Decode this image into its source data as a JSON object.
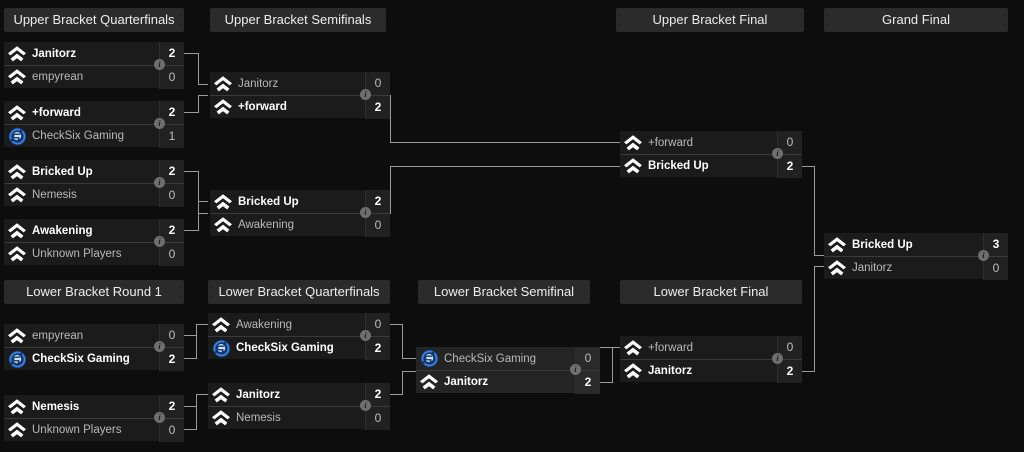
{
  "page": {
    "title": "Tournament Bracket",
    "background": "#0d0d0d",
    "winner_color": "#ffffff",
    "loser_color": "#b9b9b9",
    "line_color": "#9a9a9a",
    "header_bg": "#2b2b2b",
    "match_bg": "#1b1b1b"
  },
  "rounds": [
    {
      "id": "ubqf",
      "label": "Upper Bracket Quarterfinals"
    },
    {
      "id": "ubsf",
      "label": "Upper Bracket Semifinals"
    },
    {
      "id": "ubf",
      "label": "Upper Bracket Final"
    },
    {
      "id": "gf",
      "label": "Grand Final"
    },
    {
      "id": "lbr1",
      "label": "Lower Bracket Round 1"
    },
    {
      "id": "lbqf",
      "label": "Lower Bracket Quarterfinals"
    },
    {
      "id": "lbsf",
      "label": "Lower Bracket Semifinal"
    },
    {
      "id": "lbf",
      "label": "Lower Bracket Final"
    }
  ],
  "info_badge": "i",
  "matches": {
    "ubqf1": {
      "round": "Upper Bracket Quarterfinals",
      "teams": [
        {
          "name": "Janitorz",
          "score": "2",
          "winner": true,
          "logo": "chevron-logo"
        },
        {
          "name": "empyrean",
          "score": "0",
          "winner": false,
          "logo": "chevron-logo"
        }
      ]
    },
    "ubqf2": {
      "round": "Upper Bracket Quarterfinals",
      "teams": [
        {
          "name": "+forward",
          "score": "2",
          "winner": true,
          "logo": "chevron-logo"
        },
        {
          "name": "CheckSix Gaming",
          "score": "1",
          "winner": false,
          "logo": "checksix-logo"
        }
      ]
    },
    "ubqf3": {
      "round": "Upper Bracket Quarterfinals",
      "teams": [
        {
          "name": "Bricked Up",
          "score": "2",
          "winner": true,
          "logo": "chevron-logo"
        },
        {
          "name": "Nemesis",
          "score": "0",
          "winner": false,
          "logo": "chevron-logo"
        }
      ]
    },
    "ubqf4": {
      "round": "Upper Bracket Quarterfinals",
      "teams": [
        {
          "name": "Awakening",
          "score": "2",
          "winner": true,
          "logo": "chevron-logo"
        },
        {
          "name": "Unknown Players",
          "score": "0",
          "winner": false,
          "logo": "chevron-logo"
        }
      ]
    },
    "ubsf1": {
      "round": "Upper Bracket Semifinals",
      "teams": [
        {
          "name": "Janitorz",
          "score": "0",
          "winner": false,
          "logo": "chevron-logo"
        },
        {
          "name": "+forward",
          "score": "2",
          "winner": true,
          "logo": "chevron-logo"
        }
      ]
    },
    "ubsf2": {
      "round": "Upper Bracket Semifinals",
      "teams": [
        {
          "name": "Bricked Up",
          "score": "2",
          "winner": true,
          "logo": "chevron-logo"
        },
        {
          "name": "Awakening",
          "score": "0",
          "winner": false,
          "logo": "chevron-logo"
        }
      ]
    },
    "ubf1": {
      "round": "Upper Bracket Final",
      "teams": [
        {
          "name": "+forward",
          "score": "0",
          "winner": false,
          "logo": "chevron-logo"
        },
        {
          "name": "Bricked Up",
          "score": "2",
          "winner": true,
          "logo": "chevron-logo"
        }
      ]
    },
    "gf1": {
      "round": "Grand Final",
      "teams": [
        {
          "name": "Bricked Up",
          "score": "3",
          "winner": true,
          "logo": "chevron-logo"
        },
        {
          "name": "Janitorz",
          "score": "0",
          "winner": false,
          "logo": "chevron-logo"
        }
      ]
    },
    "lbr1a": {
      "round": "Lower Bracket Round 1",
      "teams": [
        {
          "name": "empyrean",
          "score": "0",
          "winner": false,
          "logo": "chevron-logo"
        },
        {
          "name": "CheckSix Gaming",
          "score": "2",
          "winner": true,
          "logo": "checksix-logo"
        }
      ]
    },
    "lbr1b": {
      "round": "Lower Bracket Round 1",
      "teams": [
        {
          "name": "Nemesis",
          "score": "2",
          "winner": true,
          "logo": "chevron-logo"
        },
        {
          "name": "Unknown Players",
          "score": "0",
          "winner": false,
          "logo": "chevron-logo"
        }
      ]
    },
    "lbqf1": {
      "round": "Lower Bracket Quarterfinals",
      "teams": [
        {
          "name": "Awakening",
          "score": "0",
          "winner": false,
          "logo": "chevron-logo"
        },
        {
          "name": "CheckSix Gaming",
          "score": "2",
          "winner": true,
          "logo": "checksix-logo"
        }
      ]
    },
    "lbqf2": {
      "round": "Lower Bracket Quarterfinals",
      "teams": [
        {
          "name": "Janitorz",
          "score": "2",
          "winner": true,
          "logo": "chevron-logo"
        },
        {
          "name": "Nemesis",
          "score": "0",
          "winner": false,
          "logo": "chevron-logo"
        }
      ]
    },
    "lbsf1": {
      "round": "Lower Bracket Semifinal",
      "highlighted": true,
      "teams": [
        {
          "name": "CheckSix Gaming",
          "score": "0",
          "winner": false,
          "logo": "checksix-logo"
        },
        {
          "name": "Janitorz",
          "score": "2",
          "winner": true,
          "logo": "chevron-logo"
        }
      ]
    },
    "lbf1": {
      "round": "Lower Bracket Final",
      "teams": [
        {
          "name": "+forward",
          "score": "0",
          "winner": false,
          "logo": "chevron-logo"
        },
        {
          "name": "Janitorz",
          "score": "2",
          "winner": true,
          "logo": "chevron-logo"
        }
      ]
    }
  }
}
